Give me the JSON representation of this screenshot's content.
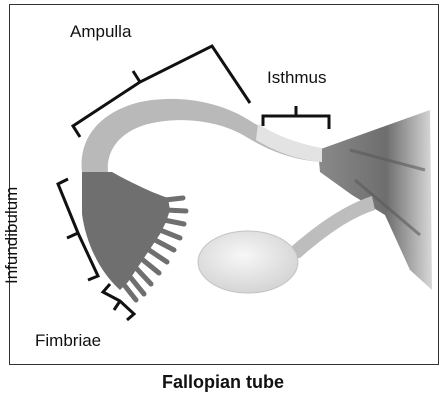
{
  "labels": {
    "ampulla": "Ampulla",
    "isthmus": "Isthmus",
    "infundibulum": "Infundibulum",
    "fimbriae": "Fimbriae"
  },
  "caption": "Fallopian tube",
  "colors": {
    "tube_light": "#b5b5b5",
    "infundibulum": "#6c6c6c",
    "uterus": "#7a7a7a",
    "ovary": "#e6e6e6",
    "bracket": "#111111"
  }
}
